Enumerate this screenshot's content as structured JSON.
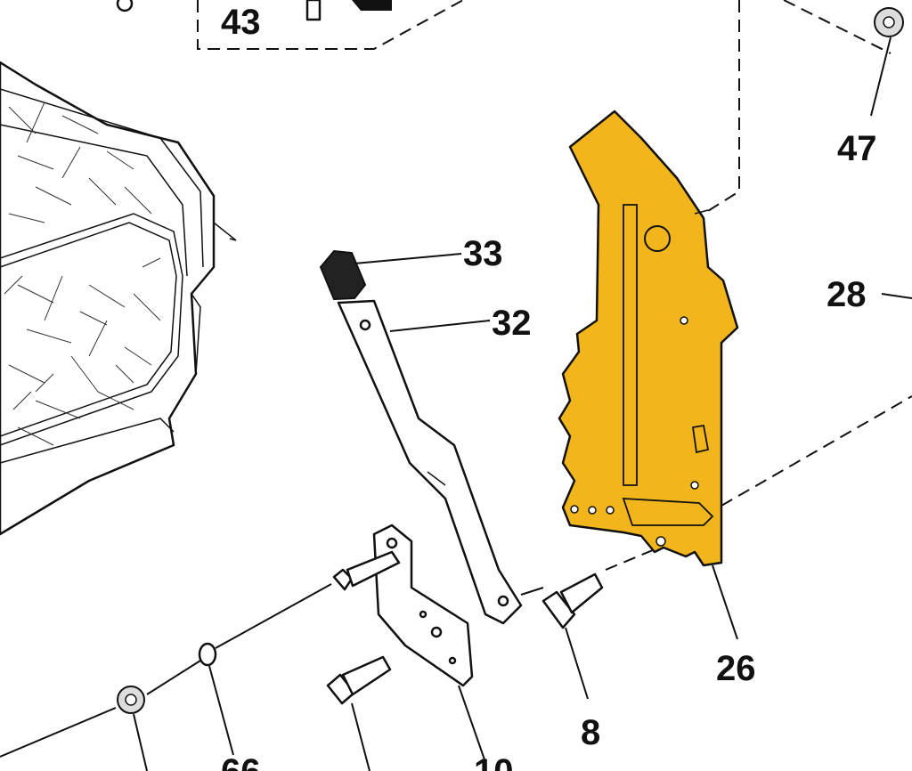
{
  "diagram": {
    "callouts": [
      {
        "id": "43",
        "text": "43"
      },
      {
        "id": "47",
        "text": "47"
      },
      {
        "id": "33",
        "text": "33"
      },
      {
        "id": "32",
        "text": "32"
      },
      {
        "id": "28",
        "text": "28"
      },
      {
        "id": "26",
        "text": "26"
      },
      {
        "id": "8",
        "text": "8"
      },
      {
        "id": "66",
        "text": "66"
      },
      {
        "id": "10",
        "text": "10"
      }
    ],
    "colors": {
      "highlight": "#F2B51C",
      "ink": "#111111",
      "background": "#ffffff"
    }
  }
}
